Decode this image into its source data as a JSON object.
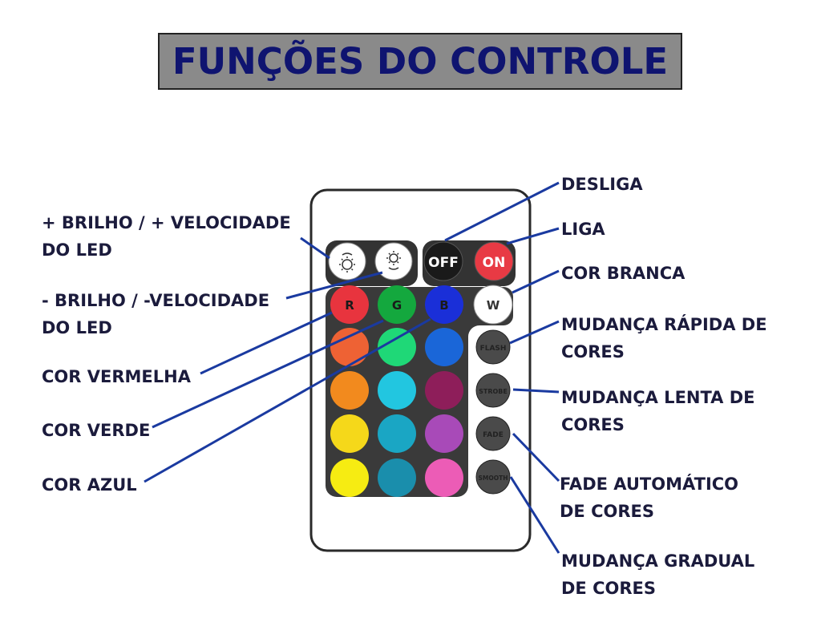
{
  "title": "FUNÇÕES DO CONTROLE",
  "labels_left": [
    {
      "line1": "+ BRILHO / + VELOCIDADE",
      "line2": "DO LED"
    },
    {
      "line1": "- BRILHO / -VELOCIDADE",
      "line2": "DO LED"
    },
    {
      "line1": "COR VERMELHA"
    },
    {
      "line1": "COR VERDE"
    },
    {
      "line1": "COR AZUL"
    }
  ],
  "labels_right": [
    {
      "line1": "DESLIGA"
    },
    {
      "line1": "LIGA"
    },
    {
      "line1": "COR BRANCA"
    },
    {
      "line1": "MUDANÇA RÁPIDA DE",
      "line2": "CORES"
    },
    {
      "line1": "MUDANÇA LENTA DE",
      "line2": "CORES"
    },
    {
      "line1": "FADE AUTOMÁTICO",
      "line2": "DE CORES"
    },
    {
      "line1": "MUDANÇA GRADUAL",
      "line2": "DE CORES"
    }
  ],
  "remote": {
    "off": "OFF",
    "on": "ON",
    "r": "R",
    "g": "G",
    "b": "B",
    "w": "W",
    "flash": "FLASH",
    "strobe": "STROBE",
    "fade": "FADE",
    "smooth": "SMOOTH",
    "grid_colors": [
      [
        "#e8343e",
        "#14a83e",
        "#1a2fd8"
      ],
      [
        "#ee6234",
        "#1fd877",
        "#1a66d8"
      ],
      [
        "#f28a1e",
        "#22c6e0",
        "#8e1e5a"
      ],
      [
        "#f5d81a",
        "#1aa6c4",
        "#a84ab8"
      ],
      [
        "#f6ec12",
        "#1a8eac",
        "#ec5cb6"
      ]
    ]
  },
  "colors": {
    "title_text": "#0f1470",
    "title_bg": "#8a8a8a",
    "leader_line": "#1a3aa0",
    "label_text": "#1b1b3c"
  }
}
